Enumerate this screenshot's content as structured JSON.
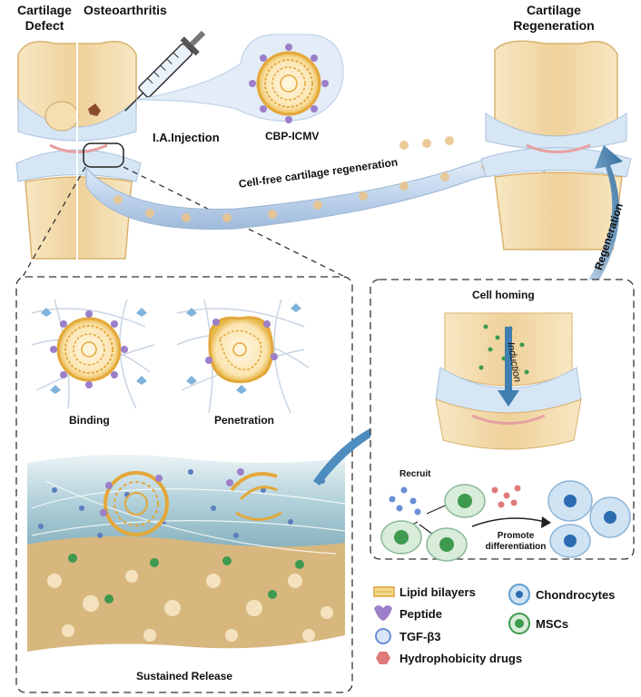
{
  "top_labels": {
    "cartilage_defect": "Cartilage\nDefect",
    "osteoarthritis": "Osteoarthritis",
    "cartilage_regeneration": "Cartilage\nRegeneration",
    "injection": "I.A.Injection",
    "vesicle": "CBP-ICMV",
    "conduit": "Cell-free cartilage regeneration",
    "regeneration_arrow": "Regeneration"
  },
  "left_panel": {
    "binding": "Binding",
    "penetration": "Penetration",
    "sustained_release": "Sustained Release"
  },
  "right_panel": {
    "cell_homing": "Cell homing",
    "induction": "Induction",
    "recruit": "Recruit",
    "promote": "Promote\ndifferentiation"
  },
  "legend": {
    "lipid": "Lipid bilayers",
    "peptide": "Peptide",
    "tgf": "TGF-β3",
    "drugs": "Hydrophobicity drugs",
    "chondrocytes": "Chondrocytes",
    "mscs": "MSCs"
  },
  "colors": {
    "bone": "#f2d9a6",
    "cartilage": "#cfe0f3",
    "vesicle": "#e8b84a",
    "peptide": "#9c7ec9",
    "tgf": "#6b8fd6",
    "msc": "#3d9a4e",
    "chondro": "#5f9ed1",
    "drug": "#e07a7a",
    "arrow": "#3f7fb0"
  }
}
